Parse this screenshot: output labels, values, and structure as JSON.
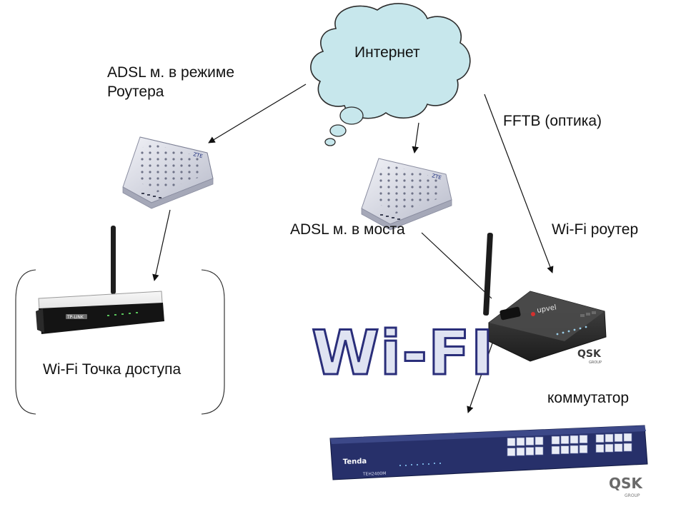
{
  "nodes": {
    "internet": "Интернет",
    "adsl_router": "ADSL м. в режиме\nРоутера",
    "fftb": "FFTB (оптика)",
    "adsl_bridge": "ADSL м. в моста",
    "wifi_router": "Wi-Fi роутер",
    "access_point": "Wi-Fi Точка доступа",
    "switch": "коммутатор"
  },
  "logo": {
    "text": "Wi-FI"
  },
  "brands": {
    "modem": "ZTE",
    "tp_link": "TP-LINK",
    "upvel": "upvel",
    "tenda": "Tenda",
    "switch_model": "TEH2400M",
    "qsk": "QSK",
    "qsk_sub": "GROUP"
  },
  "colors": {
    "cloud_fill": "#c7e7ec",
    "cloud_stroke": "#2c2c2c",
    "wifi_fill": "#dfe3f2",
    "wifi_stroke": "#2a2e7a",
    "switch_body": "#27306a",
    "router_body": "#3a3a3a"
  }
}
